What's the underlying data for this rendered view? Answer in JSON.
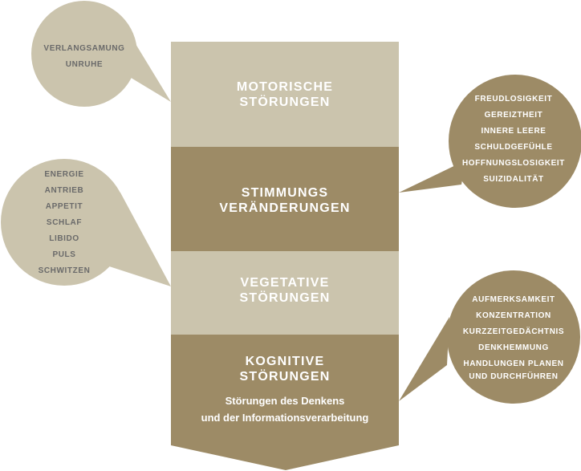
{
  "colors": {
    "light": "#cbc4ad",
    "dark": "#9d8b66",
    "light_text": "#6a6a6a",
    "dark_text": "#ffffff"
  },
  "sections": [
    {
      "title": [
        "MOTORISCHE",
        "STÖRUNGEN"
      ]
    },
    {
      "title": [
        "STIMMUNGS",
        "VERÄNDERUNGEN"
      ]
    },
    {
      "title": [
        "VEGETATIVE",
        "STÖRUNGEN"
      ]
    },
    {
      "title": [
        "KOGNITIVE",
        "STÖRUNGEN"
      ],
      "subtitle": [
        "Störungen des Denkens",
        "und der Informationsverarbeitung"
      ]
    }
  ],
  "bubbles": {
    "motor": [
      "VERLANGSAMUNG",
      "UNRUHE"
    ],
    "vegetative": [
      "ENERGIE",
      "ANTRIEB",
      "APPETIT",
      "SCHLAF",
      "LIBIDO",
      "PULS",
      "SCHWITZEN"
    ],
    "mood": [
      "FREUDLOSIGKEIT",
      "GEREIZTHEIT",
      "INNERE LEERE",
      "SCHULDGEFÜHLE",
      "HOFFNUNGSLOSIGKEIT",
      "SUIZIDALITÄT"
    ],
    "cognitive": [
      "AUFMERKSAMKEIT",
      "KONZENTRATION",
      "KURZZEITGEDÄCHTNIS",
      "DENKHEMMUNG",
      "HANDLUNGEN PLANEN",
      "UND DURCHFÜHREN"
    ]
  }
}
